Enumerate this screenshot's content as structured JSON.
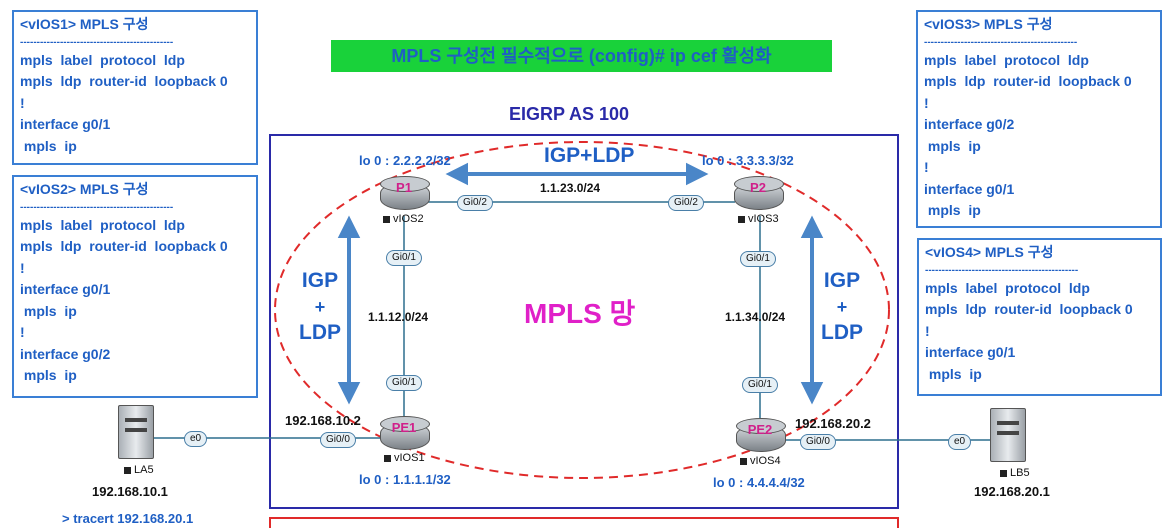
{
  "banner": "MPLS 구성전 필수적으로 (config)# ip cef  활성화",
  "eigrp_label": "EIGRP AS 100",
  "mpls_label": "MPLS 망",
  "igp_ldp_top": "IGP+LDP",
  "igp_left": [
    "IGP",
    "+",
    "LDP"
  ],
  "igp_right": [
    "IGP",
    "+",
    "LDP"
  ],
  "configs": {
    "vios1": {
      "title": "<vIOS1> MPLS 구성",
      "sep": "----------------------------------------------",
      "lines": [
        "mpls  label  protocol  ldp",
        "mpls  ldp  router-id  loopback 0",
        "!",
        "interface g0/1",
        " mpls  ip"
      ]
    },
    "vios2": {
      "title": "<vIOS2> MPLS 구성",
      "sep": "----------------------------------------------",
      "lines": [
        "mpls  label  protocol  ldp",
        "mpls  ldp  router-id  loopback 0",
        "!",
        "interface g0/1",
        " mpls  ip",
        "!",
        "interface g0/2",
        " mpls  ip"
      ]
    },
    "vios3": {
      "title": "<vIOS3> MPLS 구성",
      "sep": "----------------------------------------------",
      "lines": [
        "mpls  label  protocol  ldp",
        "mpls  ldp  router-id  loopback 0",
        "!",
        "interface g0/2",
        " mpls  ip",
        "!",
        "interface g0/1",
        " mpls  ip"
      ]
    },
    "vios4": {
      "title": "<vIOS4> MPLS 구성",
      "sep": "----------------------------------------------",
      "lines": [
        "mpls  label  protocol  ldp",
        "mpls  ldp  router-id  loopback 0",
        "!",
        "interface g0/1",
        " mpls  ip"
      ]
    }
  },
  "routers": {
    "p1": {
      "name": "P1",
      "host": "vIOS2",
      "loopback": "lo 0 : 2.2.2.2/32"
    },
    "p2": {
      "name": "P2",
      "host": "vIOS3",
      "loopback": "lo 0 : 3.3.3.3/32"
    },
    "pe1": {
      "name": "PE1",
      "host": "vIOS1",
      "loopback": "lo 0 : 1.1.1.1/32",
      "ip": "192.168.10.2"
    },
    "pe2": {
      "name": "PE2",
      "host": "vIOS4",
      "loopback": "lo 0 : 4.4.4.4/32",
      "ip": "192.168.20.2"
    }
  },
  "links": {
    "p1_p2": "1.1.23.0/24",
    "p1_pe1": "1.1.12.0/24",
    "p2_pe2": "1.1.34.0/24"
  },
  "ports": {
    "p1_gi02": "Gi0/2",
    "p2_gi02": "Gi0/2",
    "p1_gi01": "Gi0/1",
    "pe1_gi01": "Gi0/1",
    "p2_gi01": "Gi0/1",
    "pe2_gi01": "Gi0/1",
    "pe1_gi00": "Gi0/0",
    "pe2_gi00": "Gi0/0",
    "la5_e0": "e0",
    "lb5_e0": "e0"
  },
  "hosts": {
    "la5": {
      "name": "LA5",
      "ip": "192.168.10.1"
    },
    "lb5": {
      "name": "LB5",
      "ip": "192.168.20.1"
    }
  },
  "tracert": "> tracert  192.168.20.1"
}
